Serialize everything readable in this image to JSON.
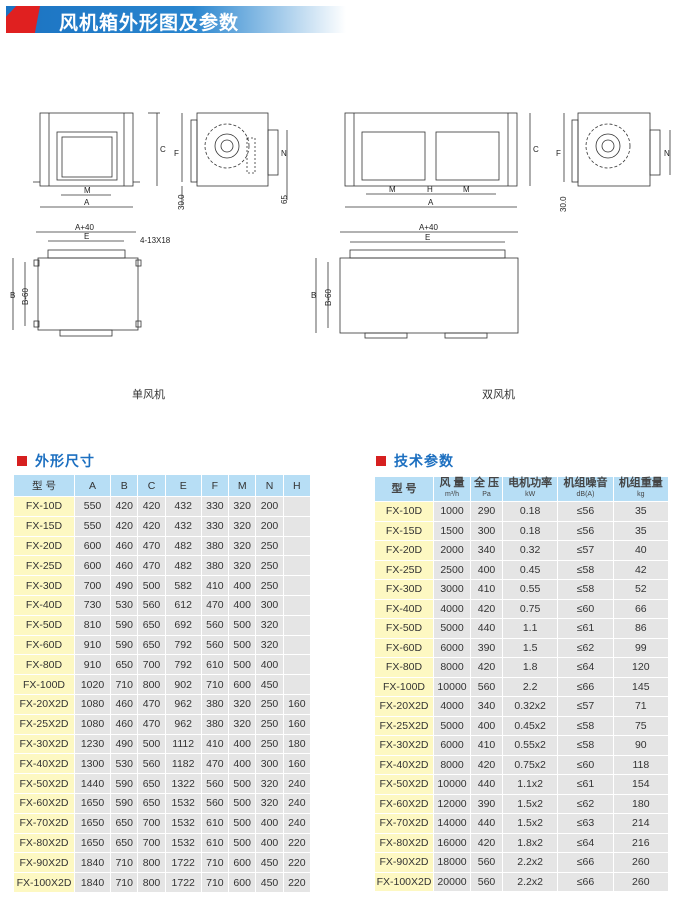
{
  "title": "风机箱外形图及参数",
  "drawings": {
    "single_caption": "单风机",
    "double_caption": "双风机",
    "labels": {
      "A": "A",
      "M": "M",
      "C": "C",
      "F": "F",
      "N": "N",
      "H": "H",
      "E": "E",
      "B": "B",
      "B60": "B-60",
      "A40": "A+40",
      "d30": "30.0",
      "d65": "65",
      "holes": "4-13X18"
    }
  },
  "dims_section": {
    "heading": "外形尺寸",
    "headers": [
      "型 号",
      "A",
      "B",
      "C",
      "E",
      "F",
      "M",
      "N",
      "H"
    ],
    "rows": [
      [
        "FX-10D",
        "550",
        "420",
        "420",
        "432",
        "330",
        "320",
        "200",
        ""
      ],
      [
        "FX-15D",
        "550",
        "420",
        "420",
        "432",
        "330",
        "320",
        "200",
        ""
      ],
      [
        "FX-20D",
        "600",
        "460",
        "470",
        "482",
        "380",
        "320",
        "250",
        ""
      ],
      [
        "FX-25D",
        "600",
        "460",
        "470",
        "482",
        "380",
        "320",
        "250",
        ""
      ],
      [
        "FX-30D",
        "700",
        "490",
        "500",
        "582",
        "410",
        "400",
        "250",
        ""
      ],
      [
        "FX-40D",
        "730",
        "530",
        "560",
        "612",
        "470",
        "400",
        "300",
        ""
      ],
      [
        "FX-50D",
        "810",
        "590",
        "650",
        "692",
        "560",
        "500",
        "320",
        ""
      ],
      [
        "FX-60D",
        "910",
        "590",
        "650",
        "792",
        "560",
        "500",
        "320",
        ""
      ],
      [
        "FX-80D",
        "910",
        "650",
        "700",
        "792",
        "610",
        "500",
        "400",
        ""
      ],
      [
        "FX-100D",
        "1020",
        "710",
        "800",
        "902",
        "710",
        "600",
        "450",
        ""
      ],
      [
        "FX-20X2D",
        "1080",
        "460",
        "470",
        "962",
        "380",
        "320",
        "250",
        "160"
      ],
      [
        "FX-25X2D",
        "1080",
        "460",
        "470",
        "962",
        "380",
        "320",
        "250",
        "160"
      ],
      [
        "FX-30X2D",
        "1230",
        "490",
        "500",
        "1112",
        "410",
        "400",
        "250",
        "180"
      ],
      [
        "FX-40X2D",
        "1300",
        "530",
        "560",
        "1182",
        "470",
        "400",
        "300",
        "160"
      ],
      [
        "FX-50X2D",
        "1440",
        "590",
        "650",
        "1322",
        "560",
        "500",
        "320",
        "240"
      ],
      [
        "FX-60X2D",
        "1650",
        "590",
        "650",
        "1532",
        "560",
        "500",
        "320",
        "240"
      ],
      [
        "FX-70X2D",
        "1650",
        "650",
        "700",
        "1532",
        "610",
        "500",
        "400",
        "240"
      ],
      [
        "FX-80X2D",
        "1650",
        "650",
        "700",
        "1532",
        "610",
        "500",
        "400",
        "220"
      ],
      [
        "FX-90X2D",
        "1840",
        "710",
        "800",
        "1722",
        "710",
        "600",
        "450",
        "220"
      ],
      [
        "FX-100X2D",
        "1840",
        "710",
        "800",
        "1722",
        "710",
        "600",
        "450",
        "220"
      ]
    ]
  },
  "tech_section": {
    "heading": "技术参数",
    "headers": [
      {
        "label": "型 号",
        "unit": ""
      },
      {
        "label": "风 量",
        "unit": "m³/h"
      },
      {
        "label": "全 压",
        "unit": "Pa"
      },
      {
        "label": "电机功率",
        "unit": "kW"
      },
      {
        "label": "机组噪音",
        "unit": "dB(A)"
      },
      {
        "label": "机组重量",
        "unit": "kg"
      }
    ],
    "rows": [
      [
        "FX-10D",
        "1000",
        "290",
        "0.18",
        "≤56",
        "35"
      ],
      [
        "FX-15D",
        "1500",
        "300",
        "0.18",
        "≤56",
        "35"
      ],
      [
        "FX-20D",
        "2000",
        "340",
        "0.32",
        "≤57",
        "40"
      ],
      [
        "FX-25D",
        "2500",
        "400",
        "0.45",
        "≤58",
        "42"
      ],
      [
        "FX-30D",
        "3000",
        "410",
        "0.55",
        "≤58",
        "52"
      ],
      [
        "FX-40D",
        "4000",
        "420",
        "0.75",
        "≤60",
        "66"
      ],
      [
        "FX-50D",
        "5000",
        "440",
        "1.1",
        "≤61",
        "86"
      ],
      [
        "FX-60D",
        "6000",
        "390",
        "1.5",
        "≤62",
        "99"
      ],
      [
        "FX-80D",
        "8000",
        "420",
        "1.8",
        "≤64",
        "120"
      ],
      [
        "FX-100D",
        "10000",
        "560",
        "2.2",
        "≤66",
        "145"
      ],
      [
        "FX-20X2D",
        "4000",
        "340",
        "0.32x2",
        "≤57",
        "71"
      ],
      [
        "FX-25X2D",
        "5000",
        "400",
        "0.45x2",
        "≤58",
        "75"
      ],
      [
        "FX-30X2D",
        "6000",
        "410",
        "0.55x2",
        "≤58",
        "90"
      ],
      [
        "FX-40X2D",
        "8000",
        "420",
        "0.75x2",
        "≤60",
        "118"
      ],
      [
        "FX-50X2D",
        "10000",
        "440",
        "1.1x2",
        "≤61",
        "154"
      ],
      [
        "FX-60X2D",
        "12000",
        "390",
        "1.5x2",
        "≤62",
        "180"
      ],
      [
        "FX-70X2D",
        "14000",
        "440",
        "1.5x2",
        "≤63",
        "214"
      ],
      [
        "FX-80X2D",
        "16000",
        "420",
        "1.8x2",
        "≤64",
        "216"
      ],
      [
        "FX-90X2D",
        "18000",
        "560",
        "2.2x2",
        "≤66",
        "260"
      ],
      [
        "FX-100X2D",
        "20000",
        "560",
        "2.2x2",
        "≤66",
        "260"
      ]
    ]
  }
}
